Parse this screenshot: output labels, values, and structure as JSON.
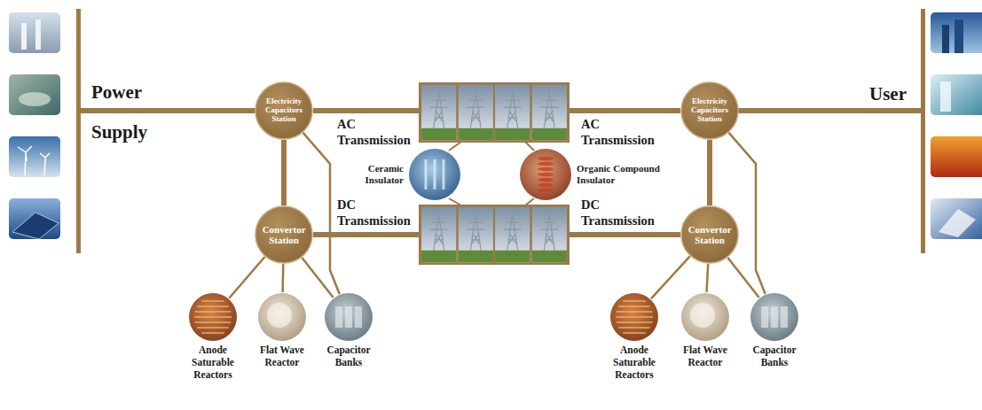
{
  "diagram": {
    "nodes": [
      {
        "text": [
          "Electricity Capacitors Station"
        ]
      },
      {
        "text": [
          "Electricity Capacitors Station"
        ]
      },
      {
        "text": [
          "Ceramic Insulator"
        ]
      },
      {
        "text": [
          "Organic Compound Insulator"
        ]
      },
      {
        "text": [
          "Convertor Station"
        ]
      },
      {
        "text": [
          "Convertor Station"
        ]
      },
      {
        "text": [
          "Anode Saturable Reactors"
        ]
      },
      {
        "text": [
          "Flat Wave Reactor"
        ]
      },
      {
        "text": [
          "Capacitor Banks"
        ]
      },
      {
        "text": [
          "Anode Saturable Reactors"
        ]
      },
      {
        "text": [
          "Flat Wave Reactor"
        ]
      },
      {
        "text": [
          "Capacitor Banks"
        ]
      }
    ],
    "edges": [
      {
        "from": 0,
        "to": 1,
        "arrow": "none"
      },
      {
        "from": 4,
        "to": 5,
        "arrow": "none"
      },
      {
        "from": 0,
        "to": 4,
        "arrow": "none"
      },
      {
        "from": 1,
        "to": 5,
        "arrow": "none"
      },
      {
        "from": 4,
        "to": 6,
        "arrow": "none"
      },
      {
        "from": 4,
        "to": 7,
        "arrow": "none"
      },
      {
        "from": 4,
        "to": 8,
        "arrow": "none"
      },
      {
        "from": 0,
        "to": 8,
        "arrow": "none"
      },
      {
        "from": 5,
        "to": 9,
        "arrow": "none"
      },
      {
        "from": 5,
        "to": 10,
        "arrow": "none"
      },
      {
        "from": 5,
        "to": 11,
        "arrow": "none"
      },
      {
        "from": 1,
        "to": 11,
        "arrow": "none"
      }
    ],
    "labels": [
      "Power Supply",
      "User",
      "AC Transmission",
      "AC Transmission",
      "DC Transmission",
      "DC Transmission"
    ]
  }
}
